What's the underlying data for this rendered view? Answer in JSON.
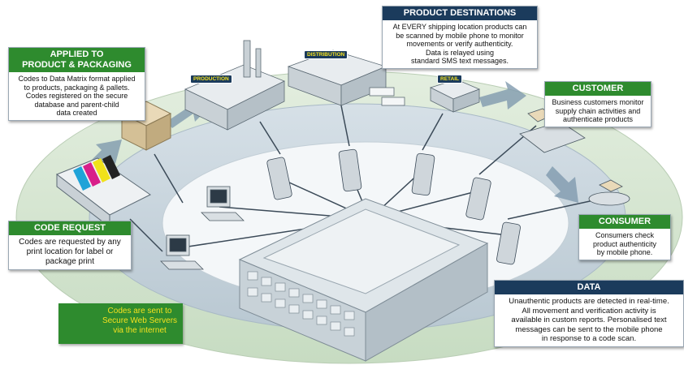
{
  "colors": {
    "green_header": "#2e8b2e",
    "navy_header": "#1b3b5c",
    "tag_text": "#f4e11f",
    "ring_outer": "#d8e8d2",
    "ring_inner": "#c9d6de"
  },
  "applied": {
    "title_line1": "APPLIED TO",
    "title_line2": "PRODUCT & PACKAGING",
    "lines": [
      "Codes to Data Matrix format applied",
      "to products, packaging & pallets.",
      "Codes registered on the secure",
      "database and parent-child",
      "data created"
    ]
  },
  "destinations": {
    "title": "PRODUCT DESTINATIONS",
    "lines": [
      "At EVERY shipping location products can",
      "be scanned by mobile phone to monitor",
      "movements or verify authenticity.",
      "Data is relayed using",
      "standard SMS text messages."
    ]
  },
  "customer": {
    "title": "CUSTOMER",
    "lines": [
      "Business customers monitor",
      "supply chain activities and",
      "authenticate products"
    ]
  },
  "consumer": {
    "title": "CONSUMER",
    "lines": [
      "Consumers check",
      "product authenticity",
      "by mobile phone."
    ]
  },
  "code_request": {
    "title": "CODE REQUEST",
    "lines": [
      "Codes are requested by any",
      "print location for label or",
      "package print"
    ]
  },
  "data_box": {
    "title": "DATA",
    "lines": [
      "Unauthentic products are detected in real-time.",
      "All movement and verification activity is",
      "available in custom reports. Personalised text",
      "messages can be sent to the mobile phone",
      "in response to a code scan."
    ]
  },
  "web_servers": {
    "lines": [
      "Codes are sent to",
      "Secure Web Servers",
      "via the internet"
    ]
  },
  "tags": {
    "production": "PRODUCTION",
    "distribution": "DISTRIBUTION",
    "retail": "RETAIL"
  }
}
